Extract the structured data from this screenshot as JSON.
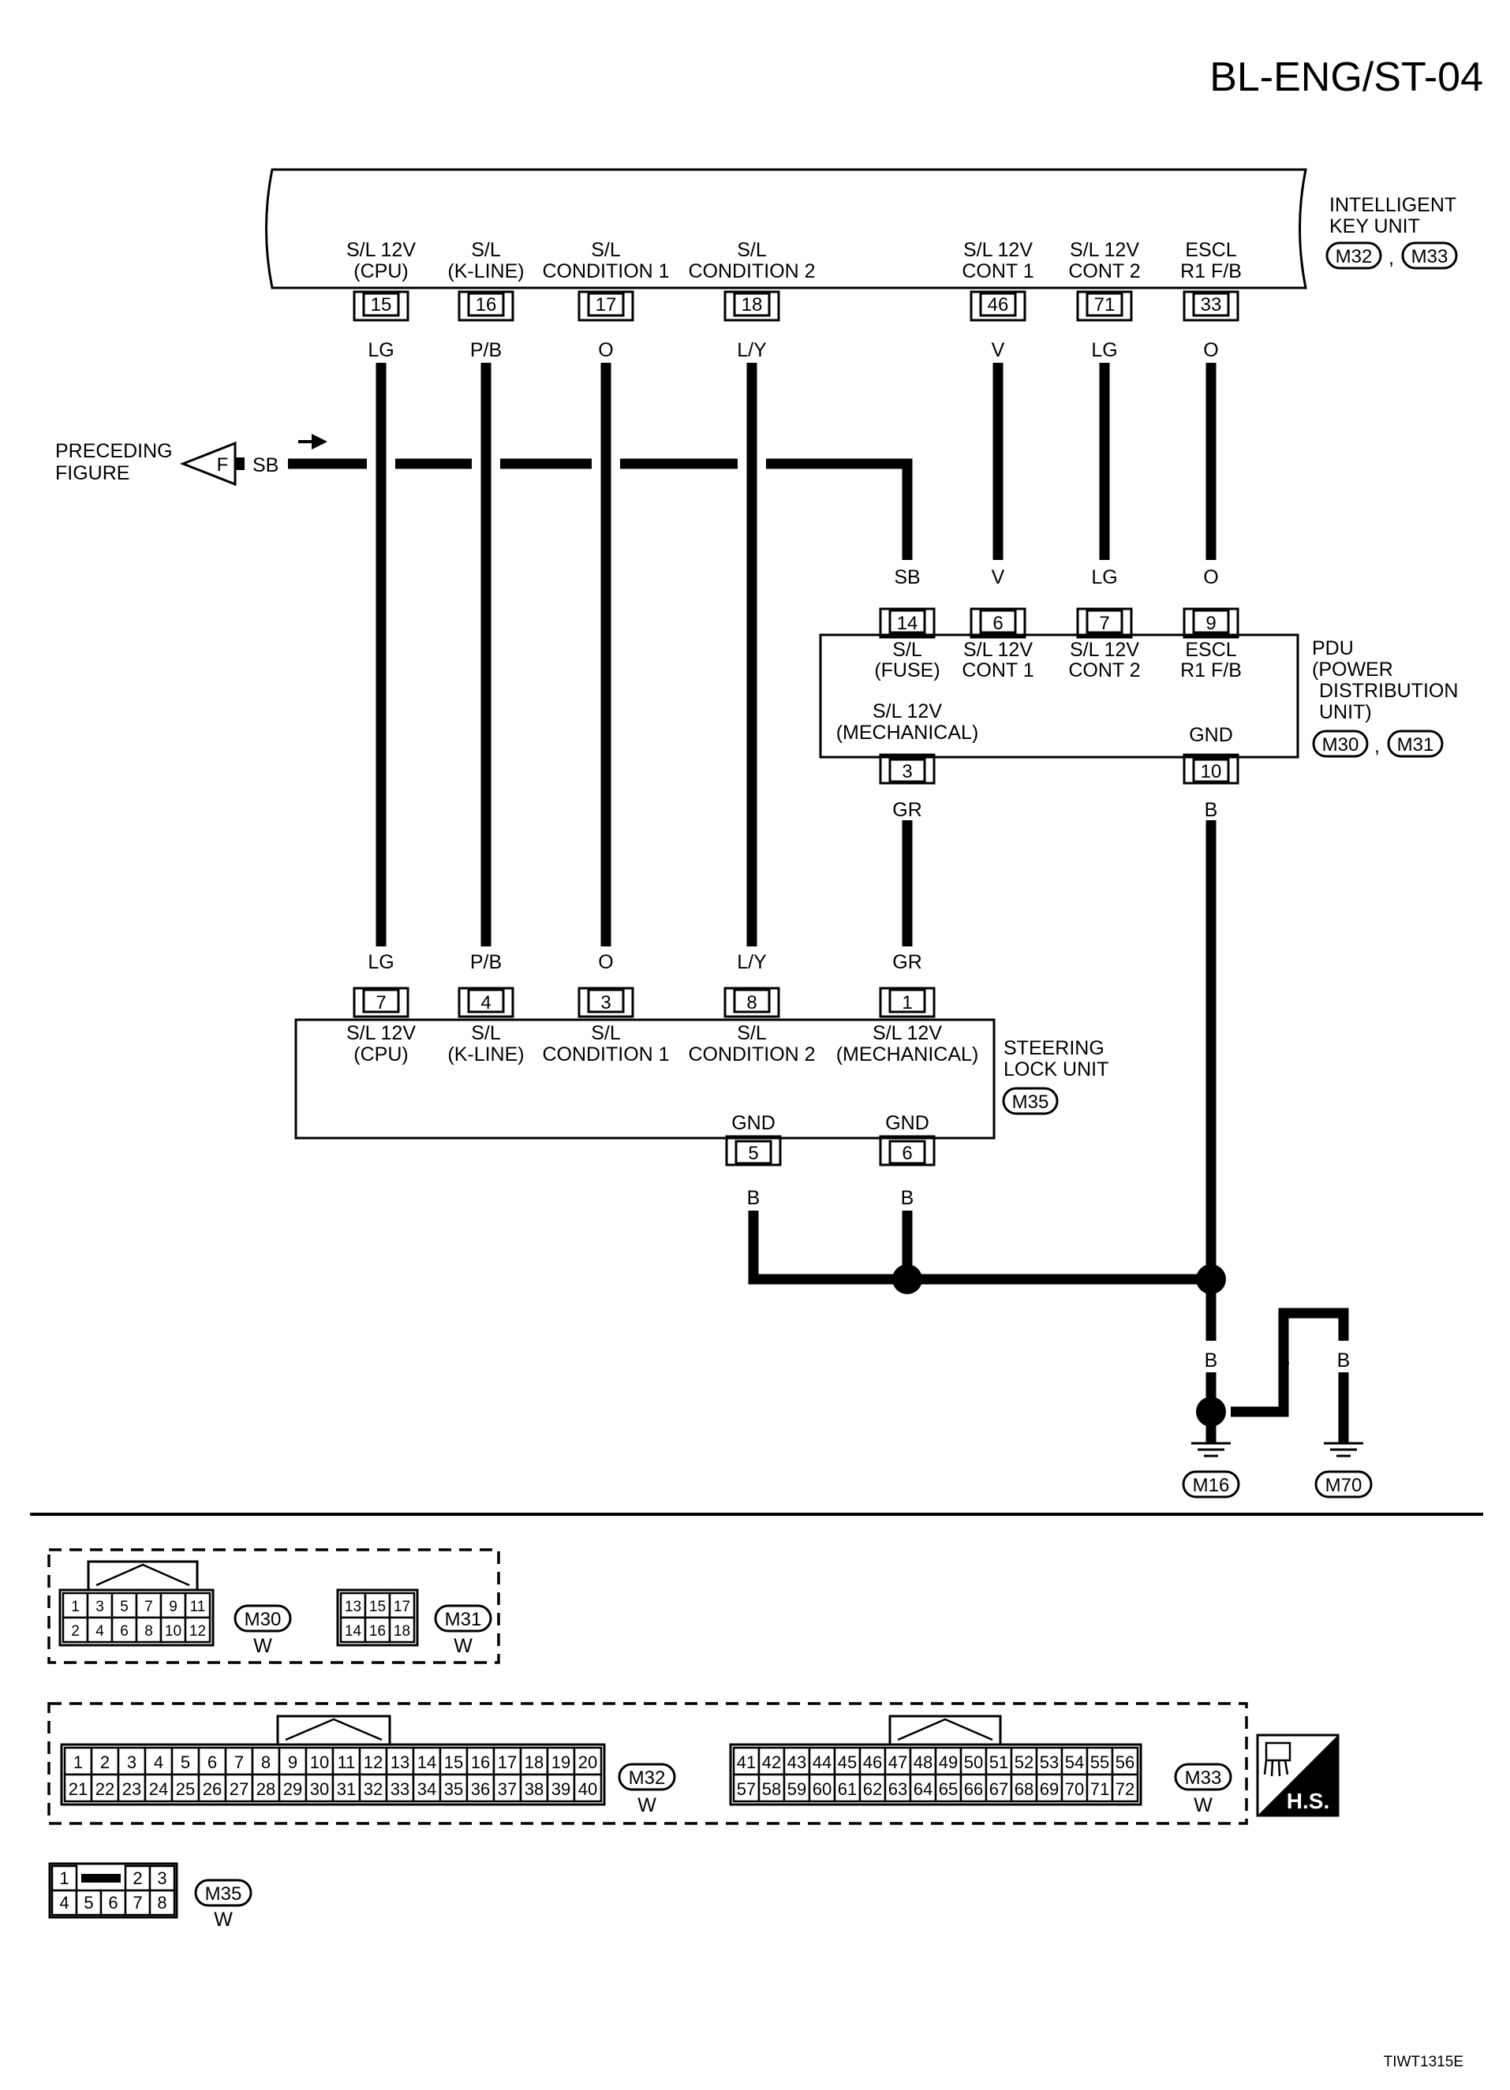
{
  "page_code": "BL-ENG/ST-04",
  "figure_code": "TIWT1315E",
  "intelligent_key_unit": {
    "title_line1": "INTELLIGENT",
    "title_line2": "KEY UNIT",
    "connectors": [
      "M32",
      "M33"
    ],
    "terminals": [
      {
        "pin": "15",
        "label1": "S/L 12V",
        "label2": "(CPU)",
        "wire": "LG"
      },
      {
        "pin": "16",
        "label1": "S/L",
        "label2": "(K-LINE)",
        "wire": "P/B"
      },
      {
        "pin": "17",
        "label1": "S/L",
        "label2": "CONDITION 1",
        "wire": "O"
      },
      {
        "pin": "18",
        "label1": "S/L",
        "label2": "CONDITION 2",
        "wire": "L/Y"
      },
      {
        "pin": "46",
        "label1": "S/L 12V",
        "label2": "CONT 1",
        "wire": "V"
      },
      {
        "pin": "71",
        "label1": "S/L 12V",
        "label2": "CONT 2",
        "wire": "LG"
      },
      {
        "pin": "33",
        "label1": "ESCL",
        "label2": "R1 F/B",
        "wire": "O"
      }
    ]
  },
  "preceding": {
    "line1": "PRECEDING",
    "line2": "FIGURE",
    "tag": "F",
    "wire": "SB"
  },
  "pdu": {
    "title_line1": "PDU",
    "title_line2": "(POWER",
    "title_line3": "DISTRIBUTION",
    "title_line4": "UNIT)",
    "connectors": [
      "M30",
      "M31"
    ],
    "top_terminals": [
      {
        "pin": "14",
        "label1": "S/L",
        "label2": "(FUSE)",
        "wire": "SB"
      },
      {
        "pin": "6",
        "label1": "S/L 12V",
        "label2": "CONT 1",
        "wire": "V"
      },
      {
        "pin": "7",
        "label1": "S/L 12V",
        "label2": "CONT 2",
        "wire": "LG"
      },
      {
        "pin": "9",
        "label1": "ESCL",
        "label2": "R1 F/B",
        "wire": "O"
      }
    ],
    "bottom_terminals": [
      {
        "pin": "3",
        "label1": "S/L 12V",
        "label2": "(MECHANICAL)",
        "wire": "GR"
      },
      {
        "pin": "10",
        "label1": "GND",
        "wire": "B"
      }
    ]
  },
  "steering_lock_unit": {
    "title_line1": "STEERING",
    "title_line2": "LOCK UNIT",
    "connector": "M35",
    "top_terminals": [
      {
        "pin": "7",
        "label1": "S/L 12V",
        "label2": "(CPU)",
        "wire": "LG"
      },
      {
        "pin": "4",
        "label1": "S/L",
        "label2": "(K-LINE)",
        "wire": "P/B"
      },
      {
        "pin": "3",
        "label1": "S/L",
        "label2": "CONDITION 1",
        "wire": "O"
      },
      {
        "pin": "8",
        "label1": "S/L",
        "label2": "CONDITION 2",
        "wire": "L/Y"
      },
      {
        "pin": "1",
        "label1": "S/L 12V",
        "label2": "(MECHANICAL)",
        "wire": "GR"
      }
    ],
    "bottom_terminals": [
      {
        "pin": "5",
        "label1": "GND",
        "wire": "B"
      },
      {
        "pin": "6",
        "label1": "GND",
        "wire": "B"
      }
    ]
  },
  "grounds": [
    {
      "id": "M16",
      "wire": "B"
    },
    {
      "id": "M70",
      "wire": "B"
    }
  ],
  "ground_jumper_wire": "B",
  "connector_views": {
    "M30": {
      "rows": [
        [
          "1",
          "3",
          "5",
          "7",
          "9",
          "11"
        ],
        [
          "2",
          "4",
          "6",
          "8",
          "10",
          "12"
        ]
      ],
      "color": "W"
    },
    "M31": {
      "rows": [
        [
          "13",
          "15",
          "17"
        ],
        [
          "14",
          "16",
          "18"
        ]
      ],
      "color": "W"
    },
    "M32": {
      "rows": [
        [
          "1",
          "2",
          "3",
          "4",
          "5",
          "6",
          "7",
          "8",
          "9",
          "10",
          "11",
          "12",
          "13",
          "14",
          "15",
          "16",
          "17",
          "18",
          "19",
          "20"
        ],
        [
          "21",
          "22",
          "23",
          "24",
          "25",
          "26",
          "27",
          "28",
          "29",
          "30",
          "31",
          "32",
          "33",
          "34",
          "35",
          "36",
          "37",
          "38",
          "39",
          "40"
        ]
      ],
      "color": "W"
    },
    "M33": {
      "rows": [
        [
          "41",
          "42",
          "43",
          "44",
          "45",
          "46",
          "47",
          "48",
          "49",
          "50",
          "51",
          "52",
          "53",
          "54",
          "55",
          "56"
        ],
        [
          "57",
          "58",
          "59",
          "60",
          "61",
          "62",
          "63",
          "64",
          "65",
          "66",
          "67",
          "68",
          "69",
          "70",
          "71",
          "72"
        ]
      ],
      "color": "W"
    },
    "M35": {
      "rows": [
        [
          "1",
          "2",
          "3"
        ],
        [
          "4",
          "5",
          "6",
          "7",
          "8"
        ]
      ],
      "color": "W"
    }
  },
  "hs_badge": "H.S."
}
